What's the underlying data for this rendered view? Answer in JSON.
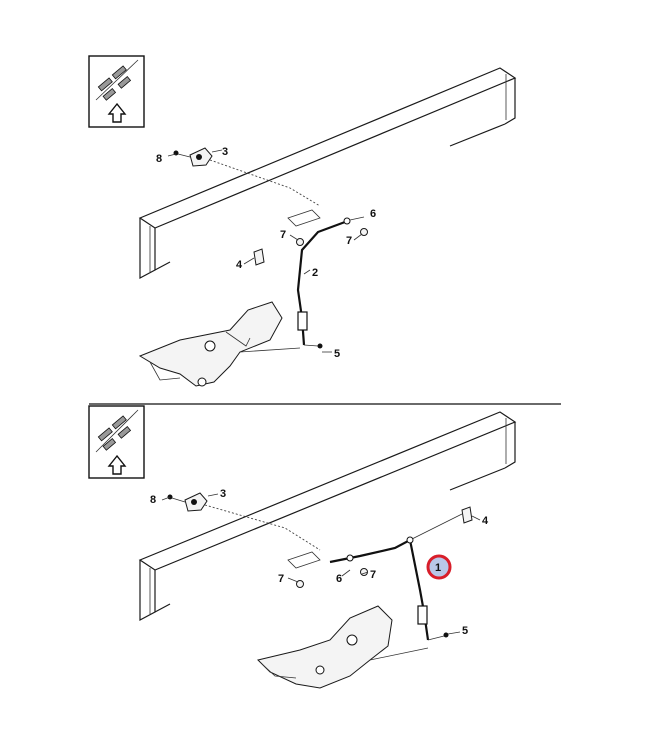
{
  "diagram": {
    "top": {
      "callouts": {
        "c1": "3",
        "c2": "8",
        "c3": "6",
        "c4": "7",
        "c5": "7",
        "c6": "4",
        "c7": "2",
        "c8": "5"
      }
    },
    "bottom": {
      "callouts": {
        "c1": "3",
        "c2": "8",
        "c3": "4",
        "c4": "1",
        "c5": "7",
        "c6": "6",
        "c7": "7",
        "c8": "5"
      },
      "highlight_color": "#d81e2a",
      "highlight_fill": "#b9c7e8"
    }
  }
}
